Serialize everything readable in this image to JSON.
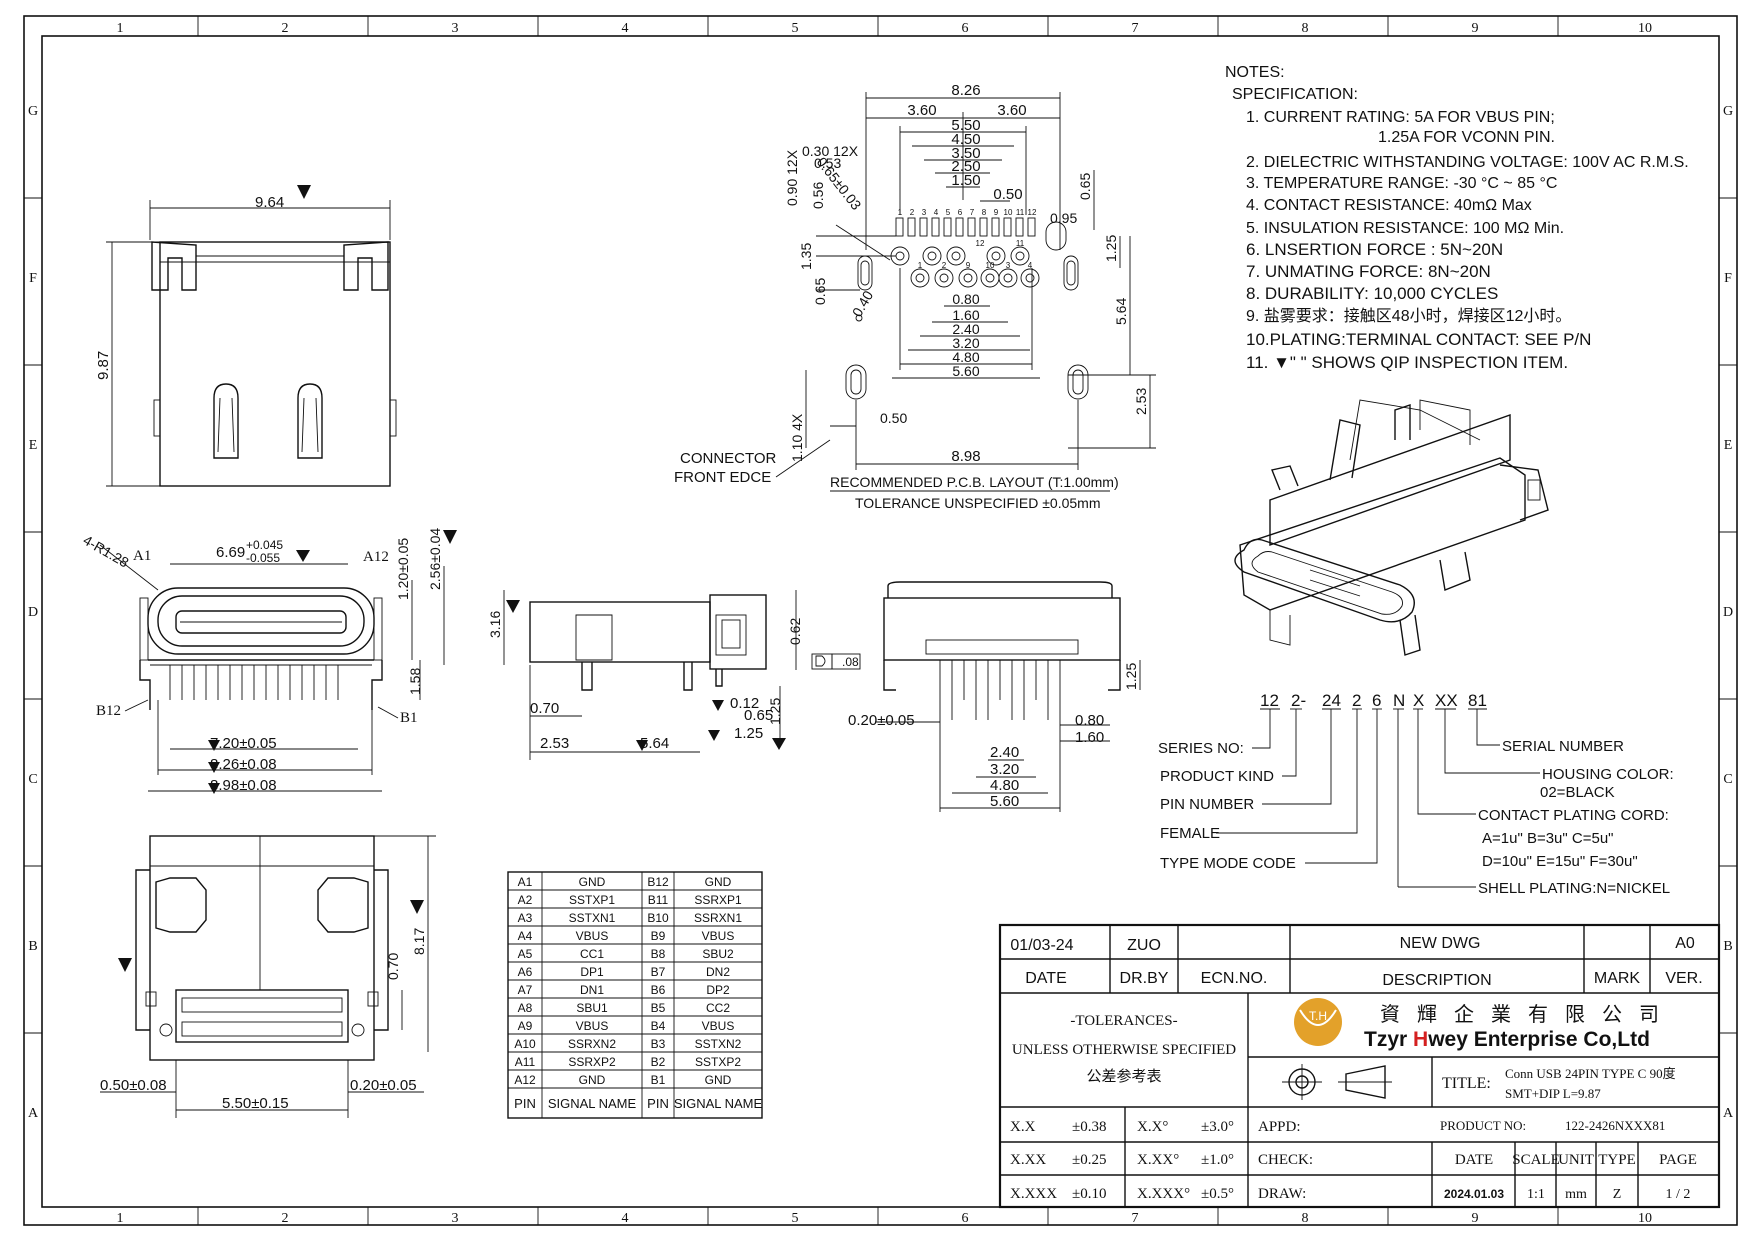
{
  "border": {
    "cols": [
      "1",
      "2",
      "3",
      "4",
      "5",
      "6",
      "7",
      "8",
      "9",
      "10"
    ],
    "rows": [
      "G",
      "F",
      "E",
      "D",
      "C",
      "B",
      "A"
    ]
  },
  "notes": {
    "heading": "NOTES:",
    "spec_heading": "SPECIFICATION:",
    "items": [
      "1. CURRENT RATING: 5A FOR VBUS PIN;",
      "1.25A FOR VCONN PIN.",
      "2. DIELECTRIC WITHSTANDING VOLTAGE: 100V AC R.M.S.",
      "3. TEMPERATURE RANGE: -30 °C ~ 85 °C",
      "4. CONTACT RESISTANCE: 40mΩ Max",
      "5. INSULATION RESISTANCE: 100 MΩ Min.",
      "6. LNSERTION FORCE : 5N~20N",
      "7. UNMATING FORCE: 8N~20N",
      "8. DURABILITY: 10,000 CYCLES",
      "9. 盐雾要求：接触区48小时，焊接区12小时。",
      "10.PLATING:TERMINAL CONTACT: SEE P/N",
      "11. ▼\"  \" SHOWS QIP INSPECTION ITEM."
    ]
  },
  "pcb": {
    "dims_top": [
      "8.26",
      "3.60",
      "3.60",
      "5.50",
      "4.50",
      "3.50",
      "2.50",
      "1.50",
      "0.50"
    ],
    "dims_left": [
      "0.30 12X",
      "0.90 12X",
      "0.53",
      "0.56",
      "0.65±0.03",
      "1.35",
      "0.65",
      "0.40"
    ],
    "dims_right": [
      "0.95",
      "0.65",
      "1.25",
      "5.64",
      "2.53"
    ],
    "dims_bottom": [
      "0.80",
      "1.60",
      "2.40",
      "3.20",
      "4.80",
      "5.60"
    ],
    "dims_lower": [
      "1.10 4X",
      "0.50",
      "8.98"
    ],
    "connector_label_1": "CONNECTOR",
    "connector_label_2": "FRONT EDCE",
    "layout_title": "RECOMMENDED P.C.B. LAYOUT (T:1.00mm)",
    "tolerance": "TOLERANCE UNSPECIFIED ±0.05mm",
    "pin_top": [
      "1",
      "2",
      "3",
      "4",
      "5",
      "6",
      "7",
      "8",
      "9",
      "10",
      "11",
      "12"
    ],
    "pin_row2": [
      "1",
      "2",
      "9",
      "12",
      "10",
      "3",
      "4",
      "11"
    ]
  },
  "top_view": {
    "width": "9.64",
    "height": "9.87"
  },
  "front_view": {
    "r_label": "4-R1.28",
    "a1": "A1",
    "a12": "A12",
    "b12": "B12",
    "b1": "B1",
    "width": "6.69",
    "tol_plus": "+0.045",
    "tol_minus": "-0.055",
    "h1": "1.20±0.05",
    "h2": "2.56±0.04",
    "h3": "1.58",
    "w1": "7.20±0.05",
    "w2": "8.26±0.08",
    "w3": "8.98±0.08"
  },
  "side_view": {
    "h": "3.16",
    "d1": "0.70",
    "d2": "2.53",
    "d3": "5.64",
    "d4": "0.62",
    "d5": "0.12",
    "d6": "0.65",
    "d7": "1.25",
    "d8": "1.25",
    "flatness": ".08"
  },
  "rear_view": {
    "d1": "0.20±0.05",
    "d2": "0.80",
    "d3": "1.60",
    "d4": "1.25",
    "d5": "2.40",
    "d6": "3.20",
    "d7": "4.80",
    "d8": "5.60"
  },
  "bottom_view": {
    "h": "8.17",
    "d1": "0.70",
    "w1": "0.50±0.08",
    "w2": "0.20±0.05",
    "w3": "5.50±0.15"
  },
  "pin_table": {
    "rows": [
      [
        "A1",
        "GND",
        "B12",
        "GND"
      ],
      [
        "A2",
        "SSTXP1",
        "B11",
        "SSRXP1"
      ],
      [
        "A3",
        "SSTXN1",
        "B10",
        "SSRXN1"
      ],
      [
        "A4",
        "VBUS",
        "B9",
        "VBUS"
      ],
      [
        "A5",
        "CC1",
        "B8",
        "SBU2"
      ],
      [
        "A6",
        "DP1",
        "B7",
        "DN2"
      ],
      [
        "A7",
        "DN1",
        "B6",
        "DP2"
      ],
      [
        "A8",
        "SBU1",
        "B5",
        "CC2"
      ],
      [
        "A9",
        "VBUS",
        "B4",
        "VBUS"
      ],
      [
        "A10",
        "SSRXN2",
        "B3",
        "SSTXN2"
      ],
      [
        "A11",
        "SSRXP2",
        "B2",
        "SSTXP2"
      ],
      [
        "A12",
        "GND",
        "B1",
        "GND"
      ]
    ],
    "header": [
      "PIN",
      "SIGNAL NAME",
      "PIN",
      "SIGNAL NAME"
    ]
  },
  "part_number": {
    "segments": [
      "12",
      "2-",
      "24",
      "2",
      "6",
      "N",
      "X",
      "XX",
      "81"
    ],
    "series": "SERIES NO:",
    "product_kind": "PRODUCT KIND",
    "pin_number": "PIN NUMBER",
    "female": "FEMALE",
    "type_mode": "TYPE MODE CODE",
    "serial": "SERIAL NUMBER",
    "housing": "HOUSING COLOR:",
    "housing_val": "02=BLACK",
    "contact": "CONTACT PLATING CORD:",
    "contact_l1": "A=1u\"  B=3u\"  C=5u\"",
    "contact_l2": "D=10u\" E=15u\" F=30u\"",
    "shell": "SHELL PLATING:N=NICKEL"
  },
  "title_block": {
    "rev_date": "01/03-24",
    "rev_by": "ZUO",
    "rev_desc": "NEW DWG",
    "rev_ver": "A0",
    "h_date": "DATE",
    "h_drby": "DR.BY",
    "h_ecn": "ECN.NO.",
    "h_desc": "DESCRIPTION",
    "h_mark": "MARK",
    "h_ver": "VER.",
    "tol_title": "-TOLERANCES-",
    "tol_sub": "UNLESS OTHERWISE SPECIFIED",
    "tol_cn": "公差参考表",
    "logo_text": "T.H",
    "company_cn": "資 輝 企 業 有 限 公 司",
    "company_a": "Tzyr ",
    "company_b": "H",
    "company_c": "wey Enterprise Co,Ltd",
    "title_label": "TITLE:",
    "title_l1": "Conn USB 24PIN TYPE C 90度",
    "title_l2": "SMT+DIP L=9.87",
    "tol_rows": [
      [
        "X.X",
        "±0.38",
        "X.X°",
        "±3.0°"
      ],
      [
        "X.XX",
        "±0.25",
        "X.XX°",
        "±1.0°"
      ],
      [
        "X.XXX",
        "±0.10",
        "X.XXX°",
        "±0.5°"
      ]
    ],
    "appd": "APPD:",
    "check": "CHECK:",
    "draw": "DRAW:",
    "product_no_label": "PRODUCT NO:",
    "product_no": "122-2426NXXX81",
    "h_date2": "DATE",
    "h_scale": "SCALE",
    "h_unit": "UNIT",
    "h_type": "TYPE",
    "h_page": "PAGE",
    "date": "2024.01.03",
    "scale": "1:1",
    "unit": "mm",
    "type": "Z",
    "page": "1 / 2"
  }
}
